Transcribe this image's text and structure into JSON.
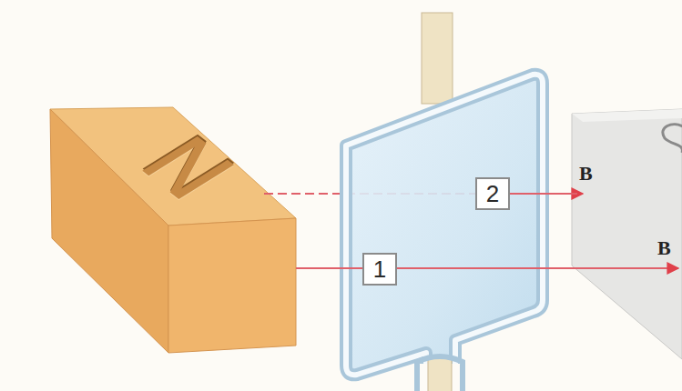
{
  "diagram": {
    "nodes": [
      {
        "text": [
          "2"
        ]
      },
      {
        "text": [
          "1"
        ]
      }
    ],
    "labels": [
      "N",
      "B",
      "B"
    ]
  }
}
